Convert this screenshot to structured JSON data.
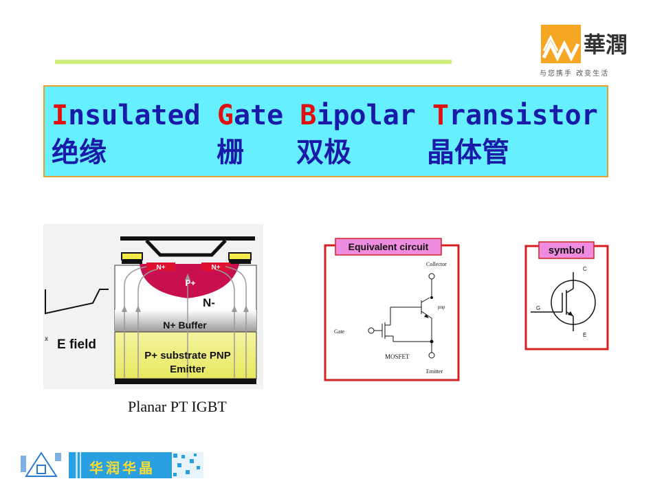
{
  "title": {
    "english": [
      {
        "cap": "I",
        "rest": "nsulated"
      },
      {
        "cap": "G",
        "rest": "ate"
      },
      {
        "cap": "B",
        "rest": "ipolar"
      },
      {
        "cap": "T",
        "rest": "ransistor"
      }
    ],
    "chinese": [
      "绝缘",
      "栅",
      "双极",
      "晶体管"
    ]
  },
  "logo": {
    "brand_chars": "華潤",
    "tagline": "与您携手 改变生活"
  },
  "cross_section": {
    "labels": {
      "n_plus_left": "N+",
      "n_plus_right": "N+",
      "p_plus": "P+",
      "n_minus": "N-",
      "n_buffer": "N+ Buffer",
      "substrate_line1": "P+ substrate PNP",
      "substrate_line2": "Emitter",
      "e_field": "E field",
      "x_axis": "x"
    },
    "caption": "Planar PT IGBT"
  },
  "equivalent_circuit": {
    "title": "Equivalent circuit",
    "collector": "Collector",
    "pnp": "pnp",
    "gate": "Gate",
    "mosfet": "MOSFET",
    "emitter": "Emitter"
  },
  "symbol": {
    "title": "symbol",
    "c": "C",
    "g": "G",
    "e": "E"
  },
  "footer": {
    "company": "华润华晶"
  },
  "colors": {
    "title_bg": "#66f0ff",
    "title_border": "#e9a12e",
    "title_text": "#1a1aa8",
    "title_initials": "#e01010",
    "accent_line": "#ccf07a",
    "box_border": "#d42020",
    "box_label_bg": "#f08ce0"
  }
}
